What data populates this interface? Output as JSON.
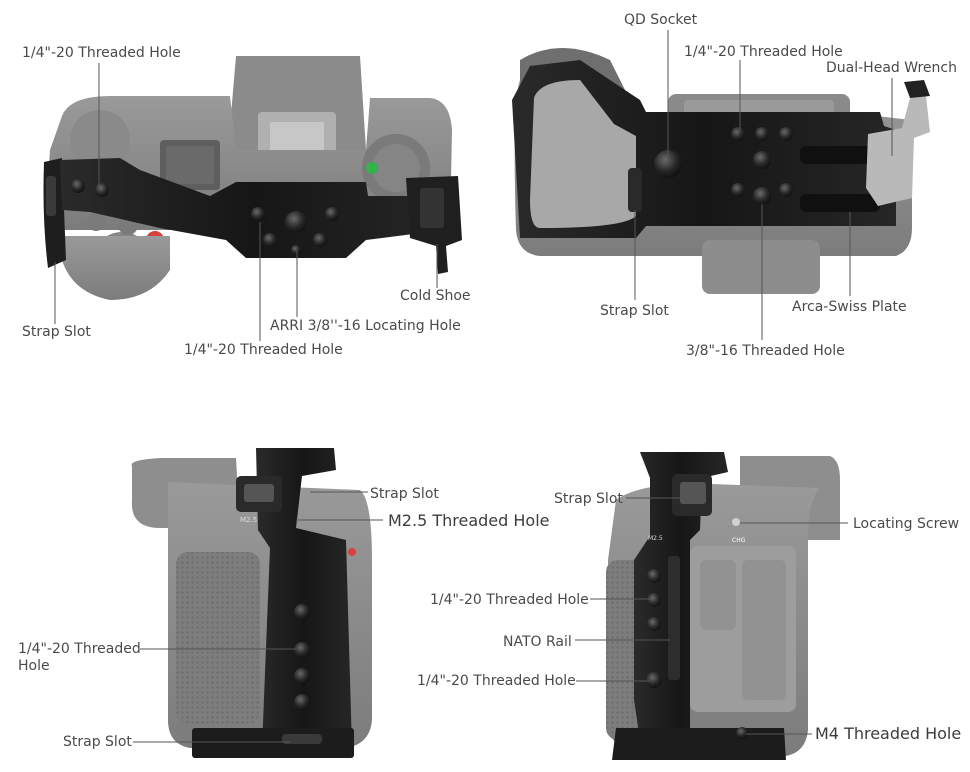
{
  "colors": {
    "camera_gray": "#8f8f8f",
    "camera_dark": "#6f6f6f",
    "camera_light": "#a9a9a9",
    "cage_black": "#1b1b1b",
    "cage_edge": "#2c2c2c",
    "leader": "#555555",
    "label_text": "#4a4a4a",
    "accent_red": "#d8403c",
    "accent_green": "#34b24a"
  },
  "views": {
    "top_view": {
      "labels": {
        "threaded_hole_top": "1/4\"-20 Threaded Hole",
        "strap_slot": "Strap Slot",
        "threaded_hole_bottom": "1/4\"-20 Threaded Hole",
        "arri_hole": "ARRI 3/8''-16 Locating Hole",
        "cold_shoe": "Cold Shoe"
      }
    },
    "bottom_view": {
      "labels": {
        "qd_socket": "QD Socket",
        "threaded_hole": "1/4\"-20 Threaded Hole",
        "wrench": "Dual-Head Wrench",
        "strap_slot": "Strap Slot",
        "arca_plate": "Arca-Swiss Plate",
        "threaded_hole_38": "3/8\"-16 Threaded Hole"
      }
    },
    "left_view": {
      "labels": {
        "strap_slot_top": "Strap Slot",
        "m25_hole": "M2.5 Threaded Hole",
        "threaded_hole": "1/4\"-20 Threaded\nHole",
        "strap_slot_bottom": "Strap Slot"
      },
      "engraving": "M2.5"
    },
    "right_view": {
      "labels": {
        "strap_slot": "Strap Slot",
        "locating_screw": "Locating Screw",
        "threaded_hole_upper": "1/4\"-20 Threaded Hole",
        "nato_rail": "NATO Rail",
        "threaded_hole_lower": "1/4\"-20 Threaded Hole",
        "m4_hole": "M4 Threaded Hole"
      },
      "engraving": "M2.5",
      "camera_text": "CHG"
    }
  }
}
